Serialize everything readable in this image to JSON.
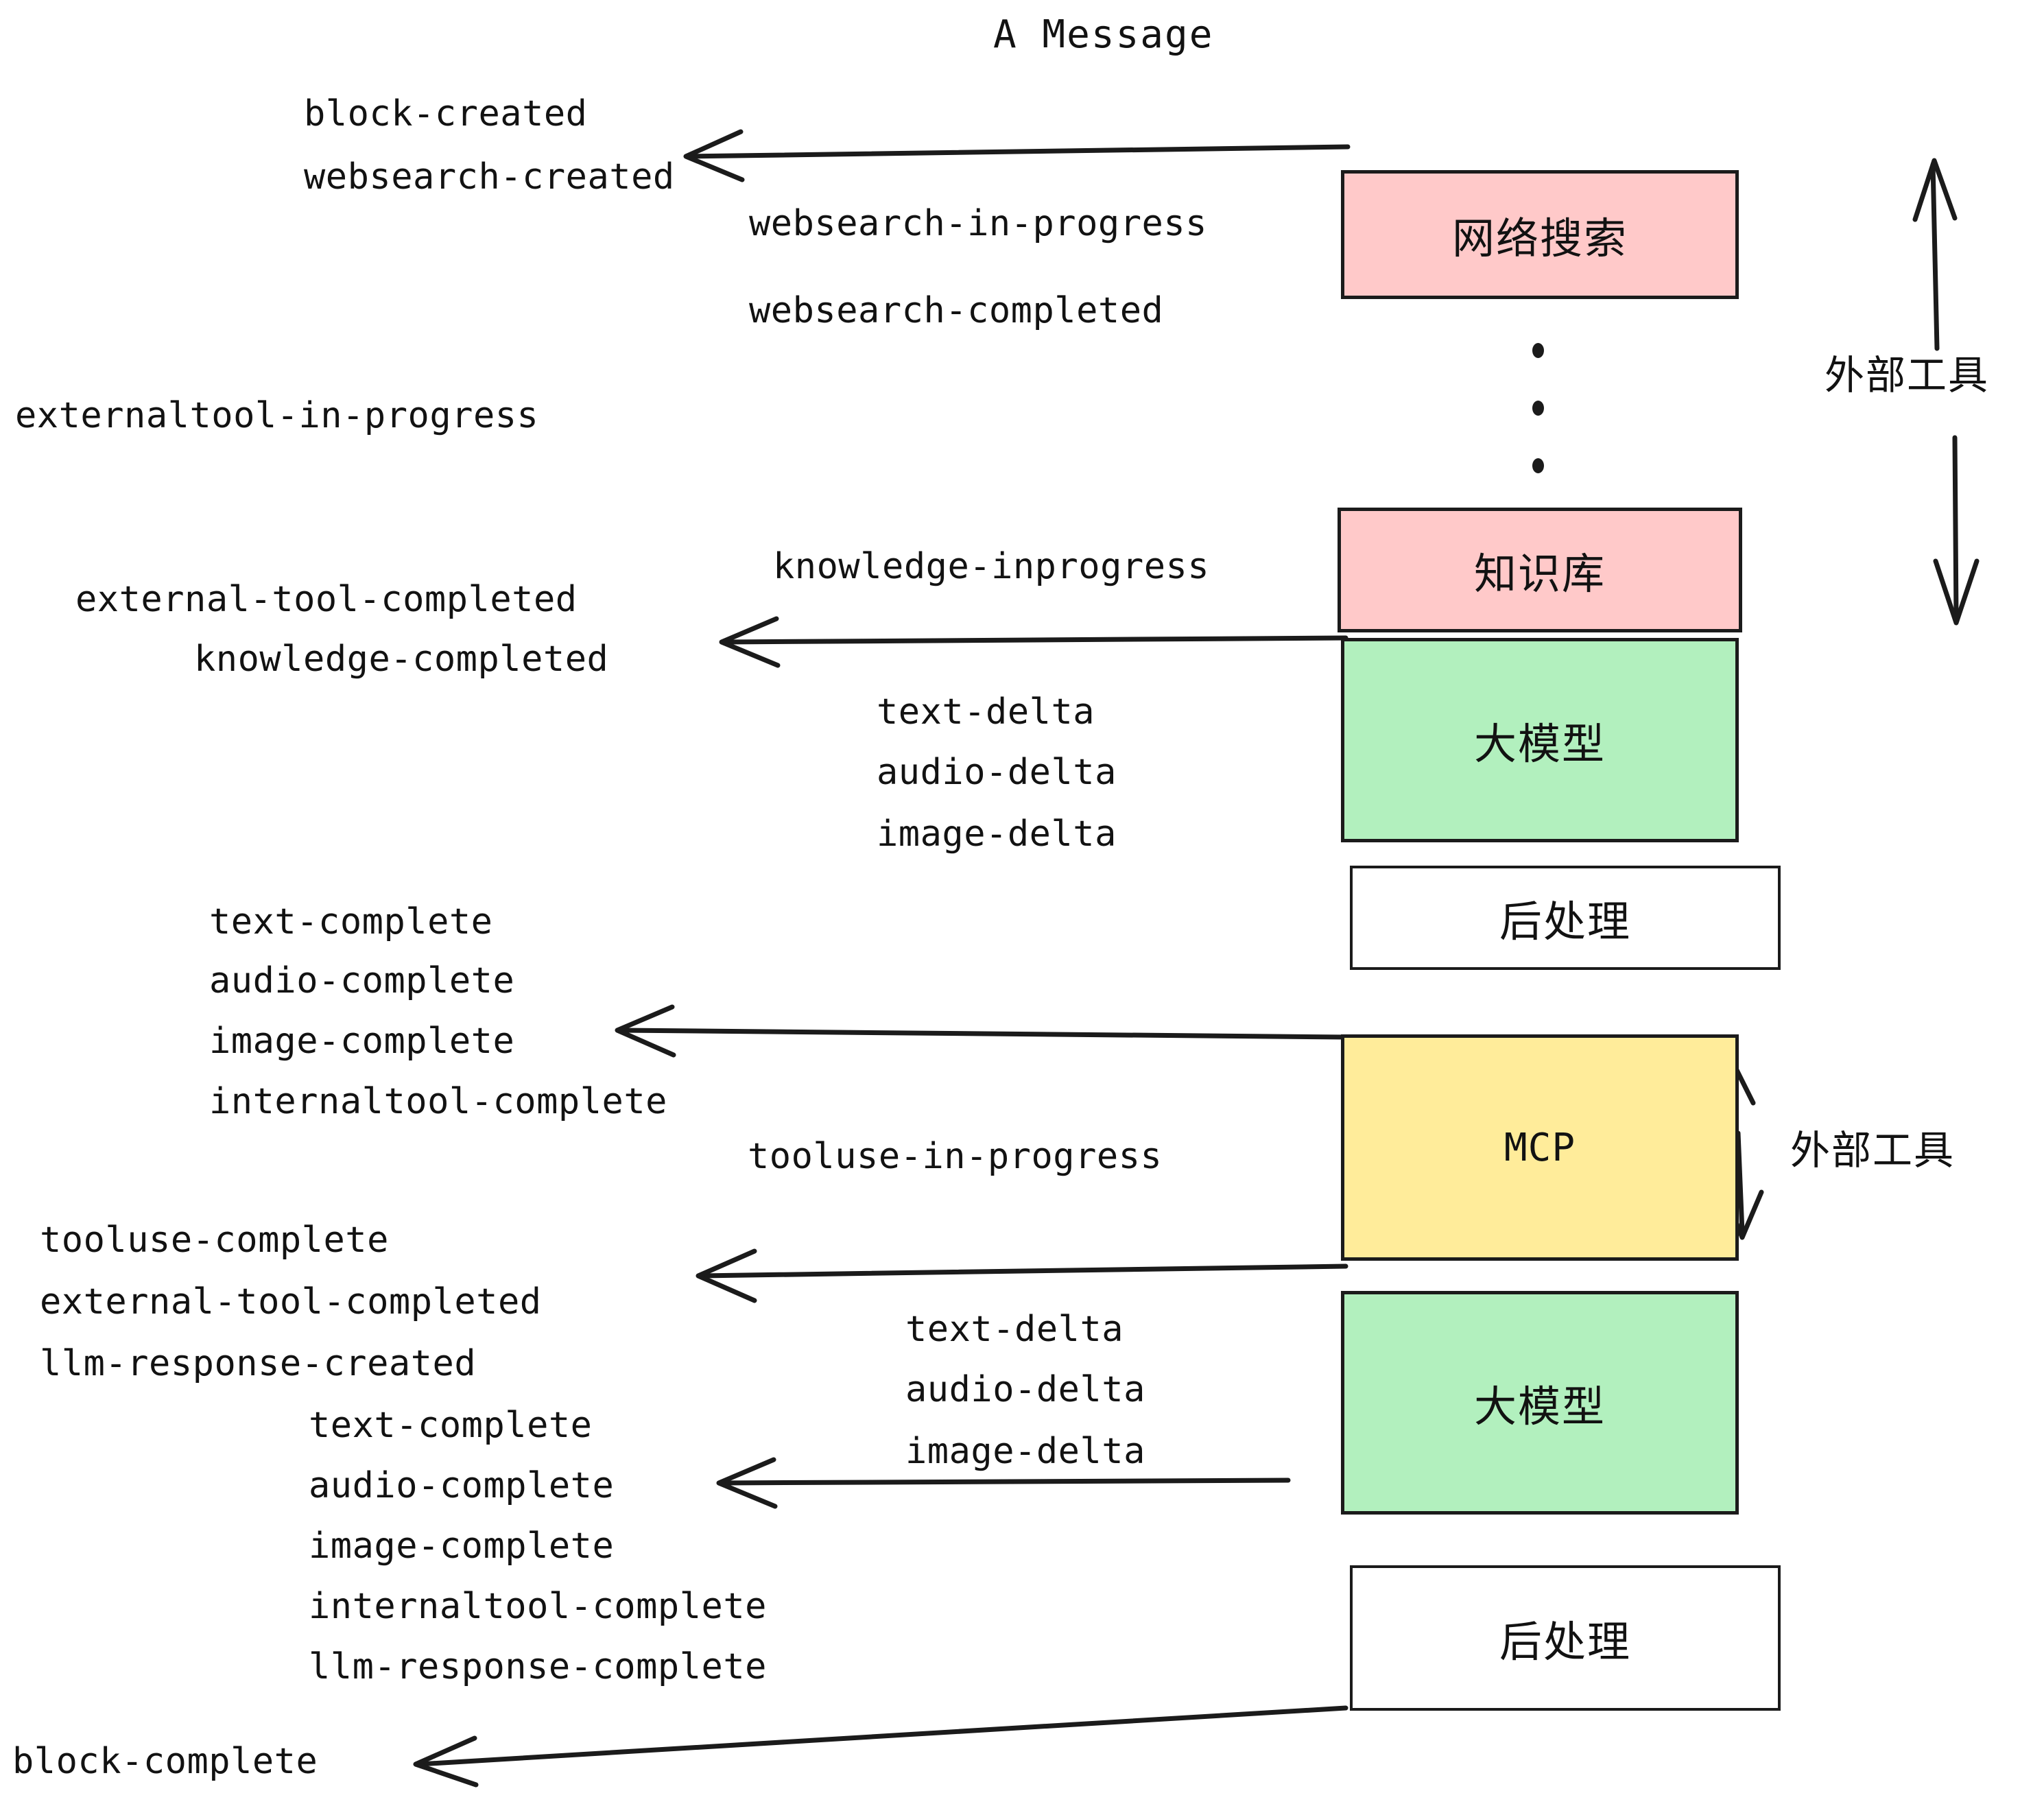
{
  "title": "A Message",
  "colors": {
    "pink": "#FFC9C9",
    "green": "#B2F0BE",
    "yellow": "#FFEC9A",
    "white": "#FFFFFF",
    "stroke": "#1B1B1B",
    "text": "#121212",
    "background": "#FFFFFF"
  },
  "nodes": [
    {
      "id": "websearch",
      "label": "网络搜索",
      "fill": "#FFC9C9"
    },
    {
      "id": "knowledgebase",
      "label": "知识库",
      "fill": "#FFC9C9"
    },
    {
      "id": "llm-1",
      "label": "大模型",
      "fill": "#B2F0BE"
    },
    {
      "id": "postprocess-1",
      "label": "后处理",
      "fill": "#FFFFFF"
    },
    {
      "id": "mcp",
      "label": "MCP",
      "fill": "#FFEC9A"
    },
    {
      "id": "llm-2",
      "label": "大模型",
      "fill": "#B2F0BE"
    },
    {
      "id": "postprocess-2",
      "label": "后处理",
      "fill": "#FFFFFF"
    }
  ],
  "side_labels": [
    {
      "id": "external-tools-top",
      "text": "外部工具"
    },
    {
      "id": "external-tools-bottom",
      "text": "外部工具"
    }
  ],
  "events": [
    {
      "id": "block-created",
      "text": "block-created"
    },
    {
      "id": "websearch-created",
      "text": "websearch-created"
    },
    {
      "id": "websearch-in-progress",
      "text": "websearch-in-progress"
    },
    {
      "id": "websearch-completed",
      "text": "websearch-completed"
    },
    {
      "id": "externaltool-in-progress",
      "text": "externaltool-in-progress"
    },
    {
      "id": "knowledge-inprogress",
      "text": "knowledge-inprogress"
    },
    {
      "id": "external-tool-completed-1",
      "text": "external-tool-completed"
    },
    {
      "id": "knowledge-completed",
      "text": "knowledge-completed"
    },
    {
      "id": "text-delta-1",
      "text": "text-delta"
    },
    {
      "id": "audio-delta-1",
      "text": "audio-delta"
    },
    {
      "id": "image-delta-1",
      "text": "image-delta"
    },
    {
      "id": "text-complete-1",
      "text": "text-complete"
    },
    {
      "id": "audio-complete-1",
      "text": "audio-complete"
    },
    {
      "id": "image-complete-1",
      "text": "image-complete"
    },
    {
      "id": "internaltool-complete-1",
      "text": "internaltool-complete"
    },
    {
      "id": "tooluse-in-progress",
      "text": "tooluse-in-progress"
    },
    {
      "id": "tooluse-complete",
      "text": "tooluse-complete"
    },
    {
      "id": "external-tool-completed-2",
      "text": "external-tool-completed"
    },
    {
      "id": "llm-response-created",
      "text": "llm-response-created"
    },
    {
      "id": "text-delta-2",
      "text": "text-delta"
    },
    {
      "id": "audio-delta-2",
      "text": "audio-delta"
    },
    {
      "id": "image-delta-2",
      "text": "image-delta"
    },
    {
      "id": "text-complete-2",
      "text": "text-complete"
    },
    {
      "id": "audio-complete-2",
      "text": "audio-complete"
    },
    {
      "id": "image-complete-2",
      "text": "image-complete"
    },
    {
      "id": "internaltool-complete-2",
      "text": "internaltool-complete"
    },
    {
      "id": "llm-response-complete",
      "text": "llm-response-complete"
    },
    {
      "id": "block-complete",
      "text": "block-complete"
    }
  ]
}
